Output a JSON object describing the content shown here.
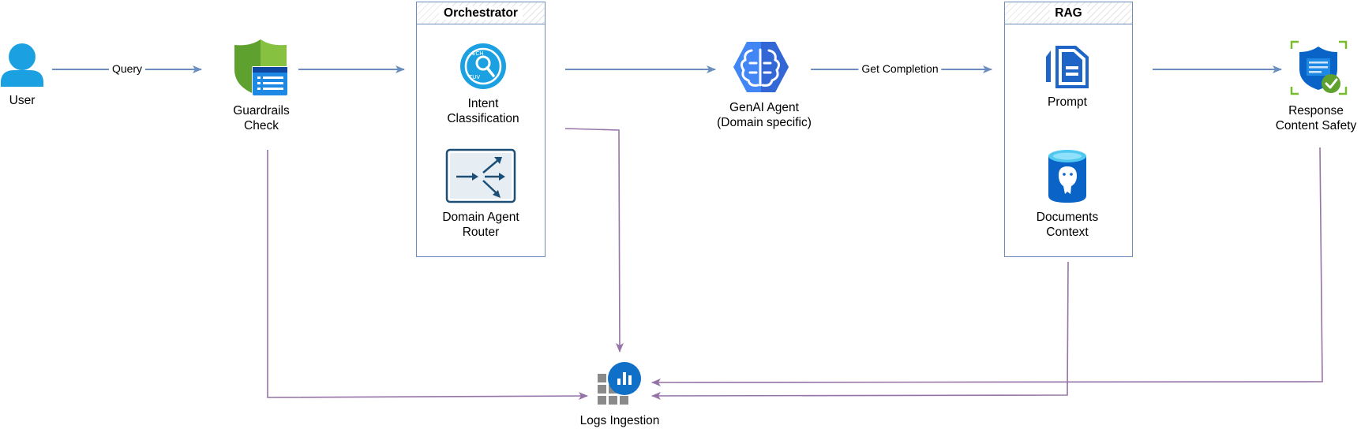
{
  "nodes": {
    "user": {
      "label": "User"
    },
    "guardrails": {
      "label_line1": "Guardrails",
      "label_line2": "Check"
    },
    "intent": {
      "label_line1": "Intent",
      "label_line2": "Classification"
    },
    "router": {
      "label_line1": "Domain Agent",
      "label_line2": "Router"
    },
    "genai": {
      "label_line1": "GenAI Agent",
      "label_line2": "(Domain specific)"
    },
    "prompt": {
      "label": "Prompt"
    },
    "documents": {
      "label_line1": "Documents",
      "label_line2": "Context"
    },
    "safety": {
      "label_line1": "Response",
      "label_line2": "Content Safety"
    },
    "logs": {
      "label": "Logs Ingestion"
    }
  },
  "containers": {
    "orchestrator": {
      "title": "Orchestrator"
    },
    "rag": {
      "title": "RAG"
    }
  },
  "edges": {
    "query": {
      "label": "Query"
    },
    "get_completion": {
      "label": "Get Completion"
    }
  },
  "colors": {
    "flow_edge": "#6c8ebf",
    "log_edge": "#9673a6",
    "container_border": "#6c8ebf",
    "azure_blue": "#0078d4",
    "gcp_blue": "#4285f4",
    "green": "#76bc2d"
  },
  "icons": {
    "user": "user-icon",
    "guardrails": "shield-checklist-icon",
    "intent": "intent-classification-icon",
    "router": "router-icon",
    "genai": "brain-icon",
    "prompt": "document-icon",
    "documents": "database-icon",
    "safety": "shield-check-icon",
    "logs": "analytics-icon"
  }
}
